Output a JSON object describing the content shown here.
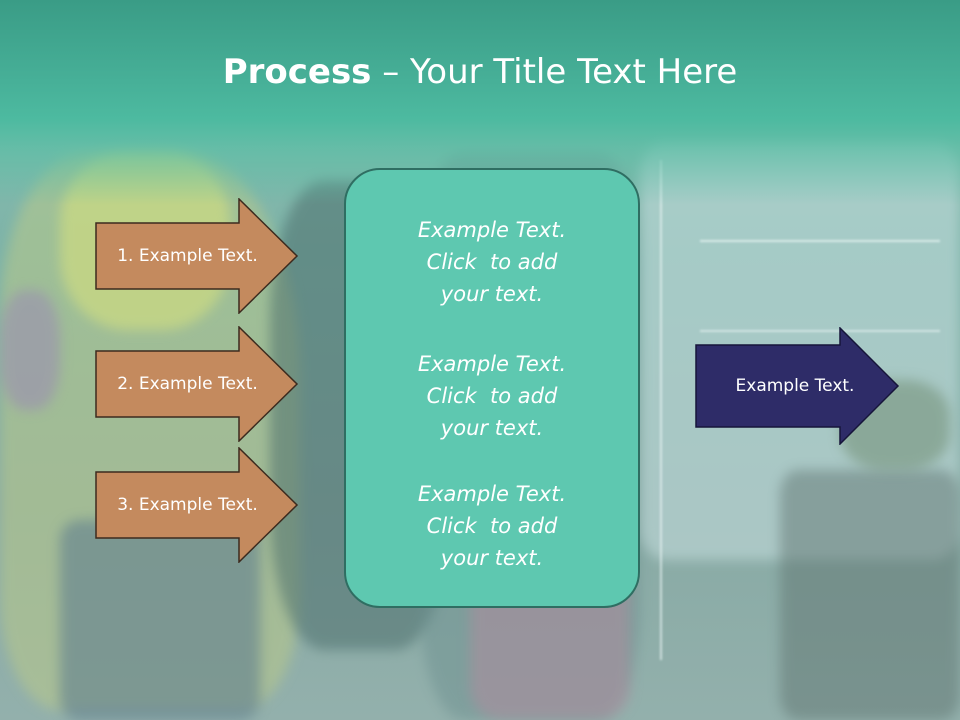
{
  "slide": {
    "title_bold": "Process",
    "title_rest": " – Your Title Text Here"
  },
  "left_arrows": [
    {
      "label": "1. Example Text."
    },
    {
      "label": "2. Example Text."
    },
    {
      "label": "3. Example Text."
    }
  ],
  "center_box": {
    "paragraphs": [
      {
        "lines": [
          "Example Text.",
          "Click  to add",
          "your text."
        ]
      },
      {
        "lines": [
          "Example Text.",
          "Click  to add",
          "your text."
        ]
      },
      {
        "lines": [
          "Example Text.",
          "Click  to add",
          "your text."
        ]
      }
    ]
  },
  "right_arrow": {
    "label": "Example Text."
  },
  "colors": {
    "title_band": "#47b098",
    "left_arrow_fill": "#c48a5e",
    "center_box_fill": "#5ec8b0",
    "right_arrow_fill": "#2e2c68"
  }
}
